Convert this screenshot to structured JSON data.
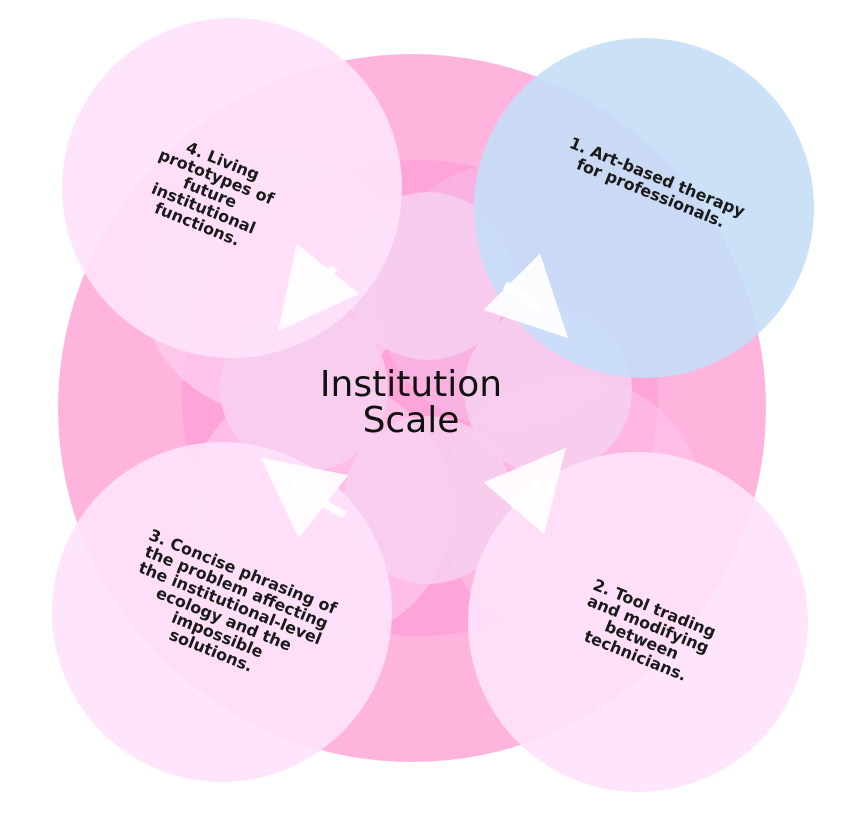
{
  "diagram": {
    "center": {
      "title": "Institution\nScale"
    },
    "items": [
      {
        "label": "1. Art-based therapy\nfor professionals."
      },
      {
        "label": "2. Tool trading\nand modifying\nbetween\ntechnicians."
      },
      {
        "label": "3. Concise phrasing of\nthe problem affecting\nthe institutional-level\necology and the\nimpossible\nsolutions."
      },
      {
        "label": "4. Living\nprototypes of\nfuture\ninstitutional\nfunctions."
      }
    ],
    "colors": {
      "outer_circle": "#ffb0dc",
      "inner_circle": "#ff9fd6",
      "center_petals": "#f7d0ee",
      "satellite_pink": "#ffe2fb",
      "satellite_blue": "#c4def7",
      "arrow": "#ffffff"
    }
  }
}
